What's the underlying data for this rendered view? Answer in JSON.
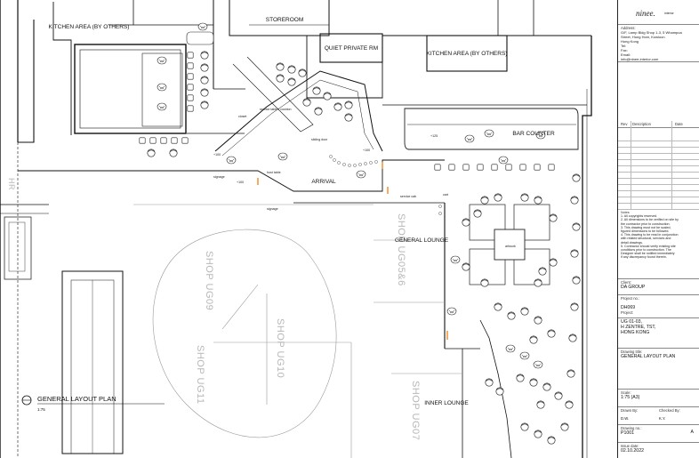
{
  "drawing": {
    "rooms": {
      "kitchen_left": "KITCHEN AREA (BY OTHERS)",
      "storeroom": "STOREROOM",
      "quiet_private": "QUIET PRIVATE RM",
      "kitchen_right": "KITCHEN AREA (BY OTHERS)",
      "bar_counter": "BAR COUNTER",
      "arrival": "ARRIVAL",
      "general_lounge": "GENERAL LOUNGE",
      "inner_lounge": "INNER LOUNGE"
    },
    "shops": [
      "SHOP UG09",
      "SHOP UG10",
      "SHOP UG11",
      "SHOP UG05&6",
      "SHOP UG07"
    ],
    "labels": {
      "hr": "HR",
      "signage_1": "signage",
      "signage_2": "signage",
      "host_table": "host table",
      "service_cab": "service cab",
      "cart": "cart",
      "closet": "closet",
      "sliding_door": "sliding door",
      "service_table": "service table / cushion",
      "artwork": "artwork",
      "level_1": "+125",
      "level_2": "+100",
      "level_3": "+100",
      "level_4": "+100"
    },
    "plan_title": "GENERAL LAYOUT PLAN",
    "plan_scale": "1:75"
  },
  "title_block": {
    "logo": "ninee.",
    "logo_sub": "interior",
    "address_label": "Address:",
    "address_lines": [
      "G/F, Lamp Bldg Shop 1-3, 5 Whampoa",
      "Street, Hung Hom, Kowloon",
      "Hong Kong"
    ],
    "tel": "Tel:",
    "fax": "Fax:",
    "email_label": "Email:",
    "email": "info@ninee-interior.com",
    "revision_headers": [
      "Rev",
      "Description",
      "Date"
    ],
    "notes_title": "Notes:",
    "notes": [
      "1. All copyrights reserved.",
      "2. All dimensions to be verified on site by",
      "   the contractor prior to construction.",
      "3. This drawing must not be scaled,",
      "   figured dimensions to be followed.",
      "4. This drawing to be read in conjunction",
      "   with related structural, services and",
      "   detail drawings.",
      "5. Contractor should verify existing site",
      "   conditions prior to construction. The",
      "   Designer shall be notified immediately",
      "   if any discrepancy found therein."
    ],
    "client_label": "Client:",
    "client": "DA GROUP",
    "project_no_label": "Project no.:",
    "project_no": "DH069",
    "project_label": "Project:",
    "project_lines": [
      "UG 01-03,",
      "H ZENTRE, TST,",
      "HONG KONG"
    ],
    "drawing_title_label": "Drawing title:",
    "drawing_title": "GENERAL LAYOUT PLAN",
    "scale_label": "Scale:",
    "scale": "1:75 (A3)",
    "drawn_by_label": "Drawn By:",
    "drawn_by": "D.W.",
    "checked_by_label": "Checked By:",
    "checked_by": "K.Y.",
    "drawing_no_label": "Drawing no.:",
    "drawing_no": "P1001",
    "issue_date_label": "Issue date:",
    "issue_date": "02.10.2022",
    "rev_letter": "A"
  }
}
